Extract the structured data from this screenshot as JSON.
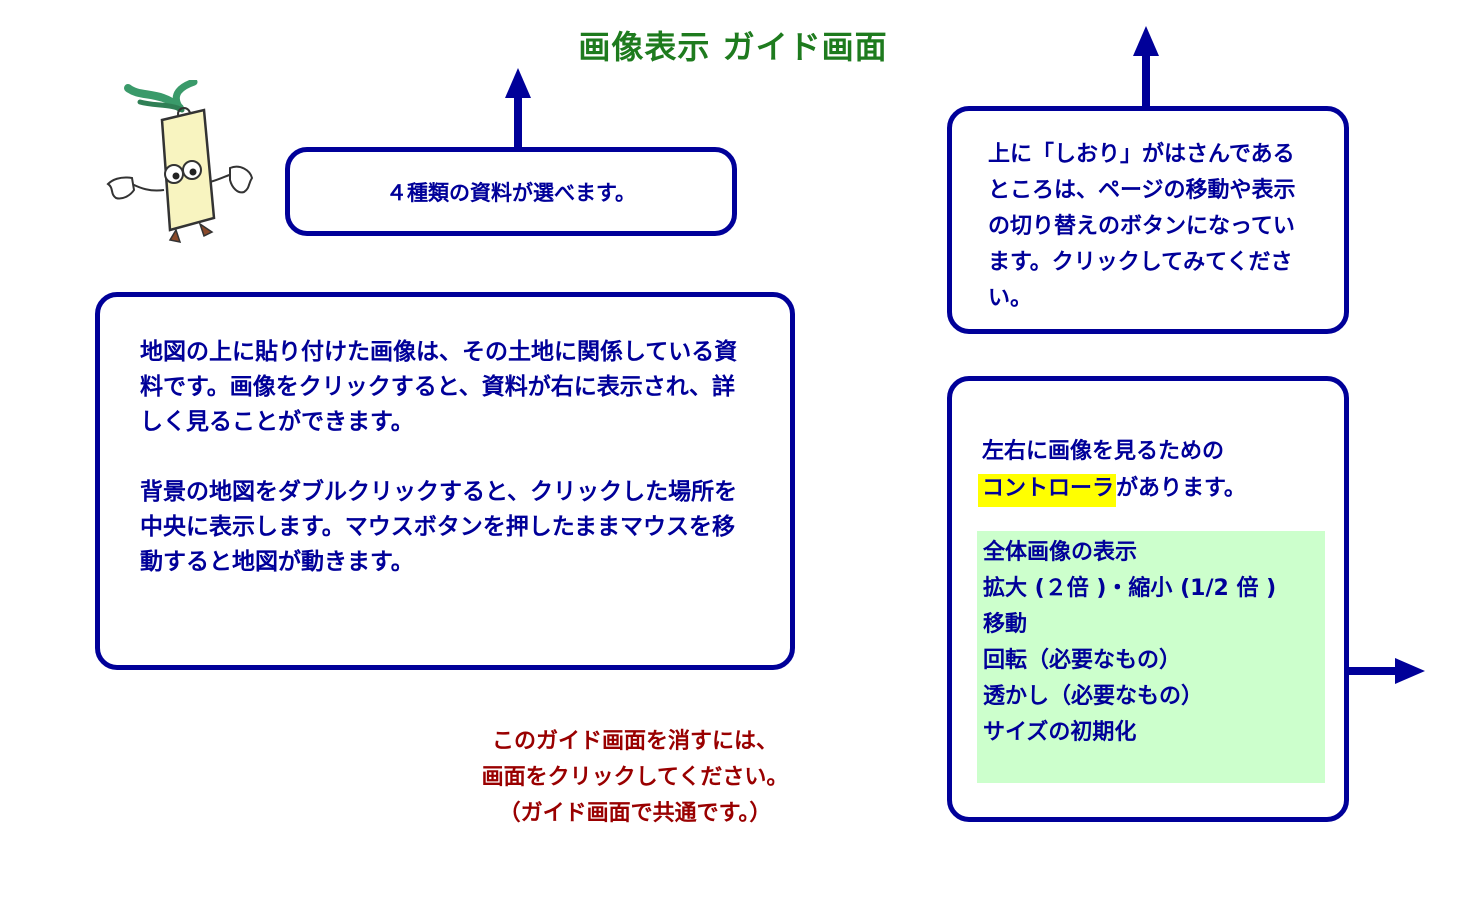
{
  "page_title": "画像表示 ガイド画面",
  "materials_box": {
    "text": "４種類の資料が選べます。"
  },
  "map_box": {
    "paragraph1": "地図の上に貼り付けた画像は、その土地に関係している資料です。画像をクリックすると、資料が右に表示され、詳しく見ることができます。",
    "paragraph2": "背景の地図をダブルクリックすると、クリックした場所を中央に表示します。マウスボタンを押したままマウスを移動すると地図が動きます。"
  },
  "bookmark_box": {
    "text": "上に「しおり」がはさんであるところは、ページの移動や表示の切り替えのボタンになっています。クリックしてみてください。"
  },
  "controller_box": {
    "intro": "左右に画像を見るための",
    "highlight": "コントローラ",
    "suffix": "があります。",
    "items": [
      "全体画像の表示",
      "拡大 (２倍 )・縮小 (1/2 倍 )",
      "移動",
      "回転（必要なもの）",
      "透かし（必要なもの）",
      "サイズの初期化"
    ]
  },
  "close_note": {
    "line1": "このガイド画面を消すには、",
    "line2": "画面をクリックしてください。",
    "line3": "（ガイド画面で共通です。）"
  },
  "colors": {
    "title": "#1e7b1e",
    "box_border": "#000099",
    "box_text": "#000099",
    "note_text": "#990000",
    "highlight": "#ffff00",
    "list_background": "#ccffcc"
  },
  "icons": [
    "bookmark-mascot-icon",
    "up-arrow-icon",
    "right-arrow-icon"
  ]
}
